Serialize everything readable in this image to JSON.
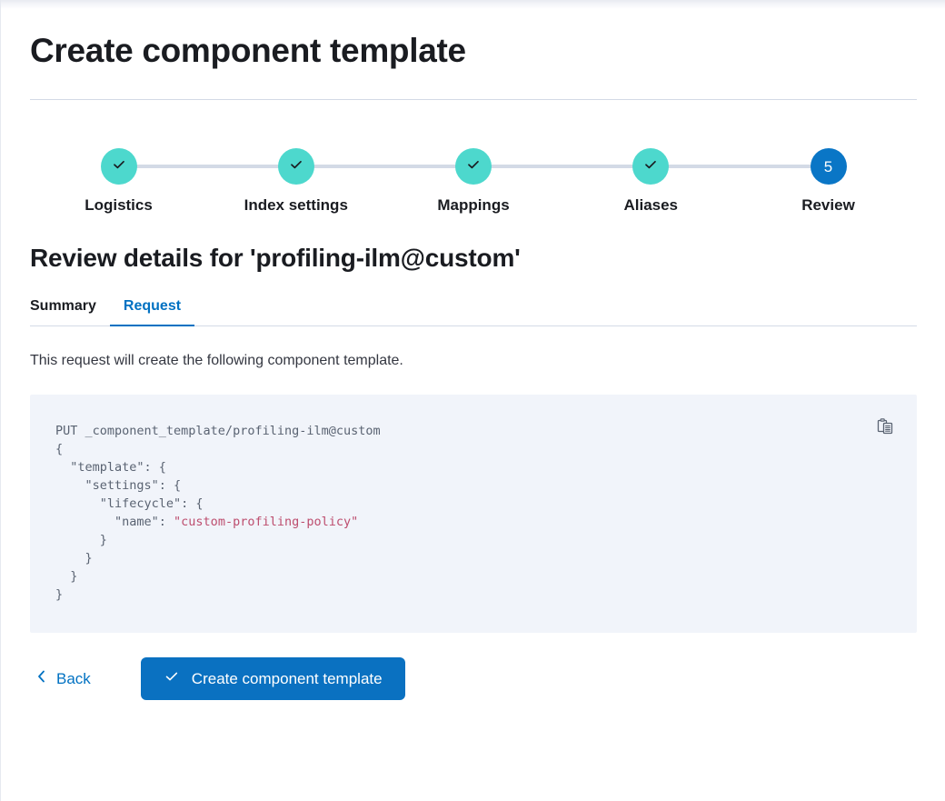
{
  "page": {
    "title": "Create component template"
  },
  "stepper": {
    "steps": [
      {
        "label": "Logistics",
        "state": "done",
        "number": "1",
        "icon": "check-icon"
      },
      {
        "label": "Index settings",
        "state": "done",
        "number": "2",
        "icon": "check-icon"
      },
      {
        "label": "Mappings",
        "state": "done",
        "number": "3",
        "icon": "check-icon"
      },
      {
        "label": "Aliases",
        "state": "done",
        "number": "4",
        "icon": "check-icon"
      },
      {
        "label": "Review",
        "state": "current",
        "number": "5",
        "icon": ""
      }
    ],
    "done_color": "#4dd8cd",
    "current_color": "#0a76c6",
    "connector_color": "#d3dae6"
  },
  "review": {
    "section_title": "Review details for 'profiling-ilm@custom'",
    "tabs": [
      {
        "label": "Summary",
        "active": false
      },
      {
        "label": "Request",
        "active": true
      }
    ],
    "description": "This request will create the following component template.",
    "code": {
      "copy_icon": "copy-icon",
      "method_line": "PUT _component_template/profiling-ilm@custom",
      "lines": [
        "PUT _component_template/profiling-ilm@custom",
        "{",
        "  \"template\": {",
        "    \"settings\": {",
        "      \"lifecycle\": {",
        "        \"name\": \"custom-profiling-policy\"",
        "      }",
        "    }",
        "  }",
        "}"
      ],
      "string_value": "custom-profiling-policy",
      "string_color": "#bd4d6e",
      "background": "#f1f4fa"
    }
  },
  "footer": {
    "back_label": "Back",
    "back_icon": "chevron-left-icon",
    "submit_label": "Create component template",
    "submit_icon": "check-icon",
    "submit_color": "#0a71c1"
  }
}
